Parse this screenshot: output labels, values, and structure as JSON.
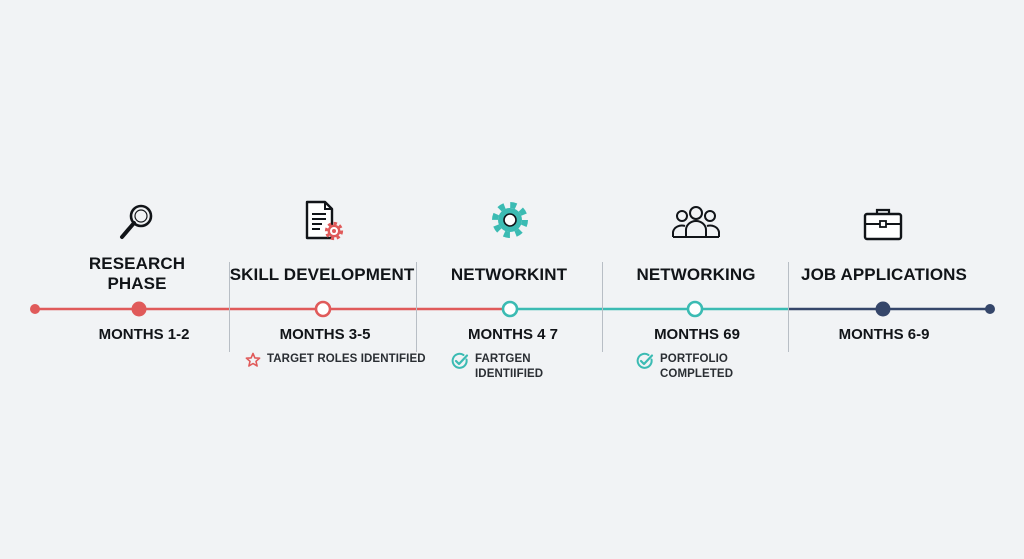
{
  "colors": {
    "red": "#e05a5a",
    "teal": "#3bbbb3",
    "navy": "#35466a",
    "text": "#111418",
    "divider": "#b8bec5",
    "background": "#f1f3f5"
  },
  "phases": [
    {
      "title": "RESEARCH\nPHASE",
      "months": "MONTHS 1-2",
      "icon": "magnifier-icon",
      "marker": "filled",
      "color": "#e05a5a"
    },
    {
      "title": "SKILL DEVELOPMENT",
      "months": "MONTHS 3-5",
      "icon": "document-gear-icon",
      "marker": "hollow",
      "color": "#e05a5a"
    },
    {
      "title": "NETWORKINT",
      "months": "MONTHS 4 7",
      "icon": "gear-icon",
      "marker": "hollow",
      "color": "#3bbbb3"
    },
    {
      "title": "NETWORKING",
      "months": "MONTHS 69",
      "icon": "team-icon",
      "marker": "hollow",
      "color": "#3bbbb3"
    },
    {
      "title": "JOB APPLICATIONS",
      "months": "MONTHS 6-9",
      "icon": "briefcase-icon",
      "marker": "filled",
      "color": "#35466a"
    }
  ],
  "milestones": [
    {
      "icon": "star-icon",
      "text": "TARGET ROLES IDENTIFIED",
      "color": "#e05a5a"
    },
    {
      "icon": "check-circle-icon",
      "text": "FARTGEN\nIDENTIIFIED",
      "color": "#3bbbb3"
    },
    {
      "icon": "check-circle-icon",
      "text": "PORTFOLIO\nCOMPLETED",
      "color": "#3bbbb3"
    }
  ]
}
